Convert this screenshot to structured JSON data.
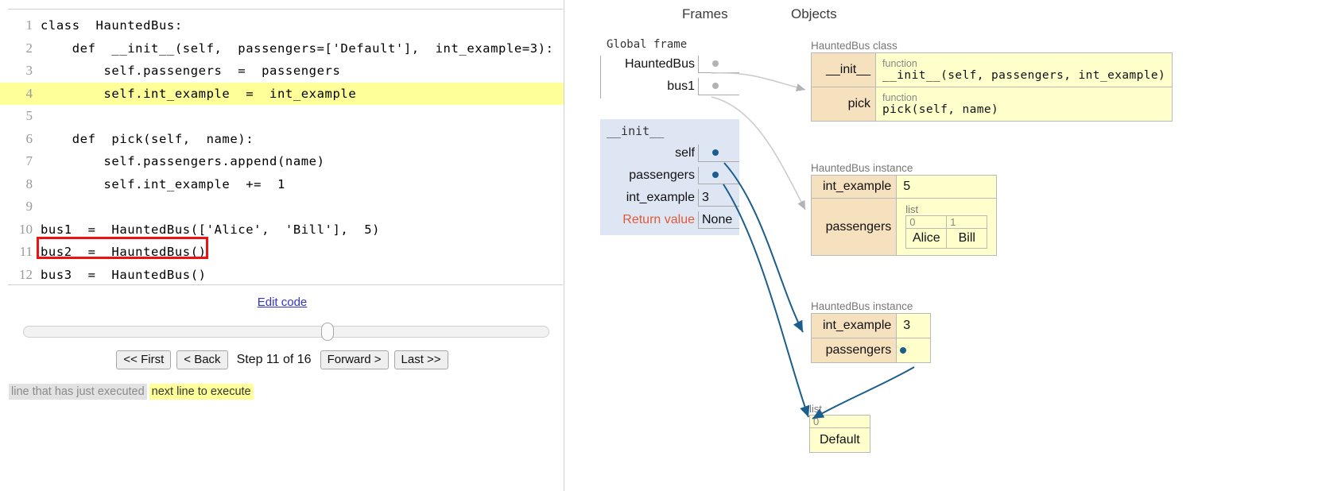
{
  "code": {
    "lines": [
      {
        "n": "1",
        "text": "class  HauntedBus:",
        "highlight": false
      },
      {
        "n": "2",
        "text": "    def  __init__(self,  passengers=['Default'],  int_example=3):",
        "highlight": false
      },
      {
        "n": "3",
        "text": "        self.passengers  =  passengers",
        "highlight": false
      },
      {
        "n": "4",
        "text": "        self.int_example  =  int_example",
        "highlight": true
      },
      {
        "n": "5",
        "text": "",
        "highlight": false
      },
      {
        "n": "6",
        "text": "    def  pick(self,  name):",
        "highlight": false
      },
      {
        "n": "7",
        "text": "        self.passengers.append(name)",
        "highlight": false
      },
      {
        "n": "8",
        "text": "        self.int_example  +=  1",
        "highlight": false
      },
      {
        "n": "9",
        "text": "",
        "highlight": false
      },
      {
        "n": "10",
        "text": "bus1  =  HauntedBus(['Alice',  'Bill'],  5)",
        "highlight": false
      },
      {
        "n": "11",
        "text": "bus2  =  HauntedBus()",
        "highlight": false
      },
      {
        "n": "12",
        "text": "bus3  =  HauntedBus()",
        "highlight": false
      }
    ],
    "edit_code_label": "Edit code"
  },
  "controls": {
    "first_label": "<< First",
    "back_label": "< Back",
    "step_label": "Step 11 of 16",
    "forward_label": "Forward >",
    "last_label": "Last >>"
  },
  "legend": {
    "executed": "line that has just executed",
    "next": "next line to execute",
    "executed_color": "#e2e2e2",
    "next_color": "#ffff99"
  },
  "viz": {
    "frames_header": "Frames",
    "objects_header": "Objects",
    "global_frame": {
      "title": "Global frame",
      "vars": [
        {
          "name": "HauntedBus",
          "value": "",
          "pointer": true
        },
        {
          "name": "bus1",
          "value": "",
          "pointer": true
        }
      ]
    },
    "init_frame": {
      "title": "__init__",
      "vars": [
        {
          "name": "self",
          "value": "",
          "pointer": true
        },
        {
          "name": "passengers",
          "value": "",
          "pointer": true
        },
        {
          "name": "int_example",
          "value": "3",
          "pointer": false
        },
        {
          "name": "Return value",
          "value": "None",
          "pointer": false
        }
      ]
    },
    "class_object": {
      "label": "HauntedBus class",
      "rows": [
        {
          "key": "__init__",
          "type": "function",
          "sig": "__init__(self,  passengers,  int_example)"
        },
        {
          "key": "pick",
          "type": "function",
          "sig": "pick(self,  name)"
        }
      ]
    },
    "instance1": {
      "label": "HauntedBus instance",
      "int_example_key": "int_example",
      "int_example_value": "5",
      "passengers_key": "passengers",
      "list_label": "list",
      "list_indices": [
        "0",
        "1"
      ],
      "list_values": [
        "Alice",
        "Bill"
      ]
    },
    "instance2": {
      "label": "HauntedBus instance",
      "int_example_key": "int_example",
      "int_example_value": "3",
      "passengers_key": "passengers"
    },
    "default_list": {
      "list_label": "list",
      "list_indices": [
        "0"
      ],
      "list_values": [
        "Default"
      ]
    },
    "colors": {
      "instance_key_bg": "#f5e1bd",
      "instance_val_bg": "#ffffcc",
      "frame_bg": "#dde6f2",
      "pointer_gray": "#b3b3b3",
      "pointer_blue": "#1b5e8c",
      "highlight_yellow": "#ffff99",
      "red_marker": "#ee1111"
    }
  }
}
